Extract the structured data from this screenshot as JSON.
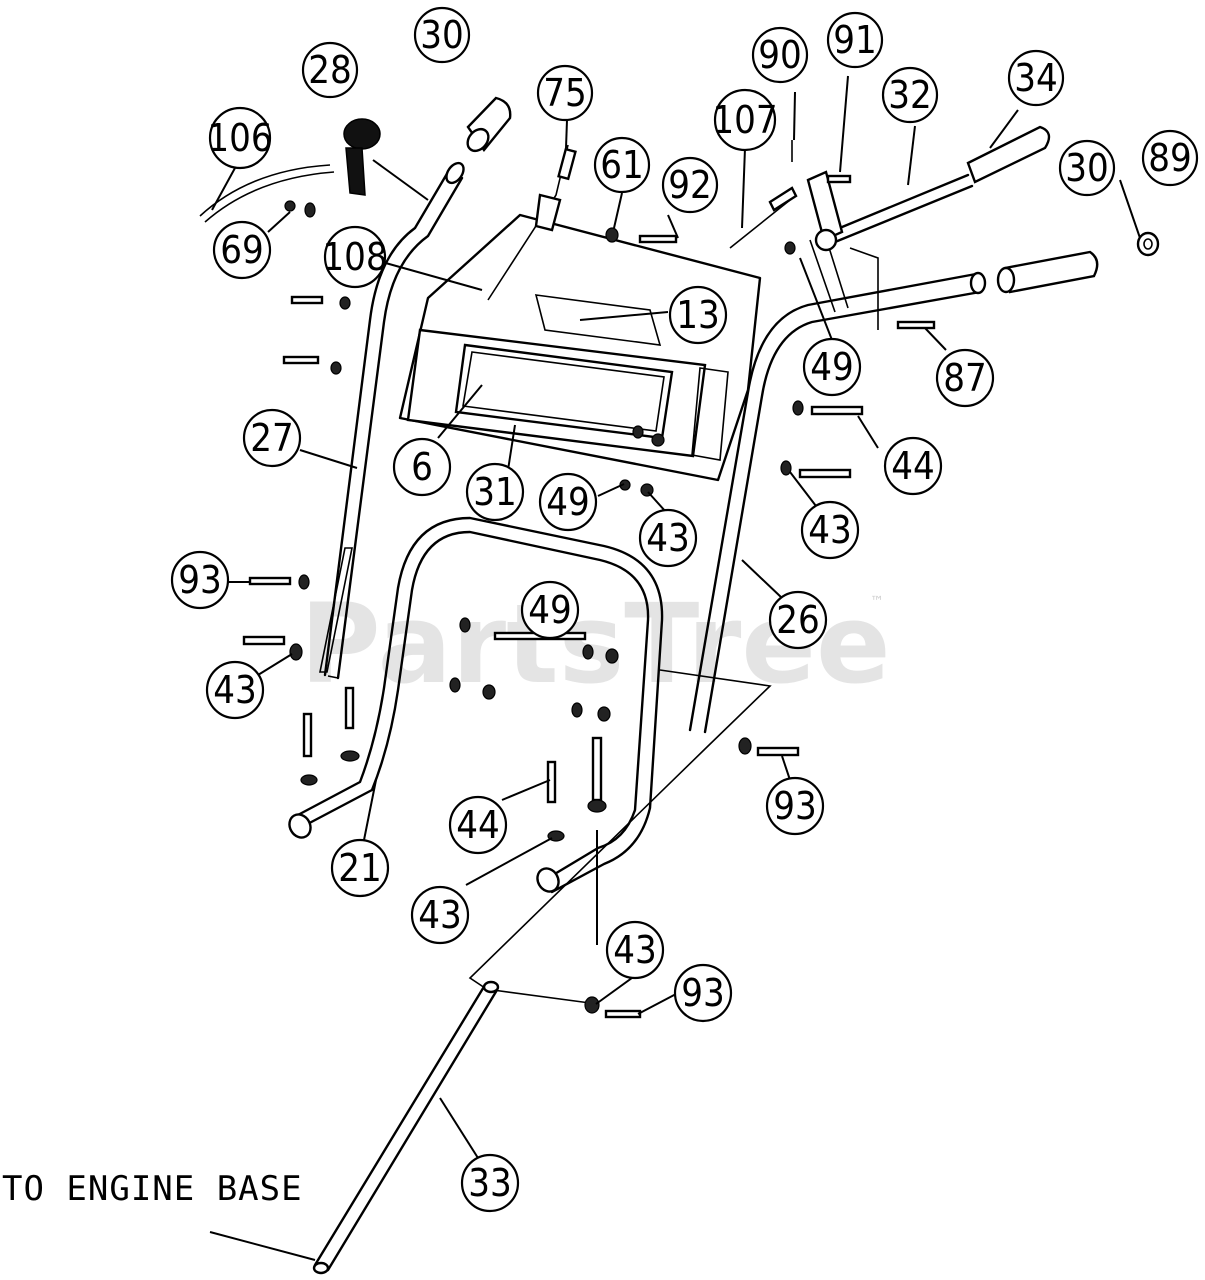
{
  "watermark": {
    "text": "PartsTree",
    "tm": "™"
  },
  "note": {
    "text": "TO ENGINE BASE"
  },
  "callouts": [
    {
      "label": "30"
    },
    {
      "label": "28"
    },
    {
      "label": "75"
    },
    {
      "label": "90"
    },
    {
      "label": "91"
    },
    {
      "label": "34"
    },
    {
      "label": "106"
    },
    {
      "label": "107"
    },
    {
      "label": "32"
    },
    {
      "label": "61"
    },
    {
      "label": "92"
    },
    {
      "label": "89"
    },
    {
      "label": "30"
    },
    {
      "label": "69"
    },
    {
      "label": "108"
    },
    {
      "label": "13"
    },
    {
      "label": "49"
    },
    {
      "label": "87"
    },
    {
      "label": "27"
    },
    {
      "label": "44"
    },
    {
      "label": "6"
    },
    {
      "label": "31"
    },
    {
      "label": "49"
    },
    {
      "label": "43"
    },
    {
      "label": "43"
    },
    {
      "label": "93"
    },
    {
      "label": "49"
    },
    {
      "label": "26"
    },
    {
      "label": "43"
    },
    {
      "label": "93"
    },
    {
      "label": "44"
    },
    {
      "label": "21"
    },
    {
      "label": "43"
    },
    {
      "label": "43"
    },
    {
      "label": "93"
    },
    {
      "label": "33"
    }
  ]
}
